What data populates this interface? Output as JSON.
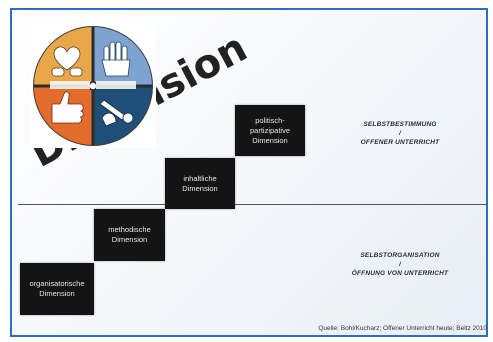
{
  "title": "Dimension",
  "stairs": [
    "organisatorische\nDimension",
    "methodische\nDimension",
    "inhaltliche\nDimension",
    "politisch-\npartizipative\nDimension"
  ],
  "upper_label": "SELBSTBESTIMMUNG\n/\nOFFENER UNTERRICHT",
  "lower_label": "SELBSTORGANISATION\n/\nÖFFNUNG VON UNTERRICHT",
  "source": "Quelle: Bohl/Kucharz; Offener Unterricht heute; Beltz 2010",
  "logo": {
    "quadrant_colors": [
      "#e8a84a",
      "#7fa3d0",
      "#e36b2c",
      "#1f4e79"
    ],
    "quadrant_icons": [
      "heart-hands-icon",
      "raised-hand-icon",
      "thumb-up-icon",
      "tool-hand-icon"
    ]
  }
}
